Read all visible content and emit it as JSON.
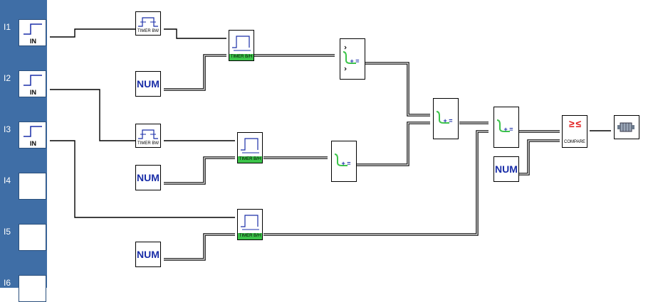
{
  "inputs": [
    {
      "label": "I1",
      "type": "IN"
    },
    {
      "label": "I2",
      "type": "IN"
    },
    {
      "label": "I3",
      "type": "IN"
    },
    {
      "label": "I4",
      "type": ""
    },
    {
      "label": "I5",
      "type": ""
    },
    {
      "label": "I6",
      "type": ""
    }
  ],
  "blocks": {
    "timer_bw_label": "TIMER BW",
    "timer_bm_label": "TIMER B/H",
    "num_label": "NUM",
    "compare_label": "COMPARE",
    "compare_symbol": "≥ ≤",
    "adder_symbol": "+ ="
  },
  "colors": {
    "sidebar": "#3f6ea6",
    "pin": "#3cc44a",
    "num_text": "#1a2ea8",
    "compare_symbol": "#e01818"
  },
  "icons": {
    "output": "motor-icon",
    "input": "step-signal-icon",
    "timer": "pulse-timer-icon"
  }
}
